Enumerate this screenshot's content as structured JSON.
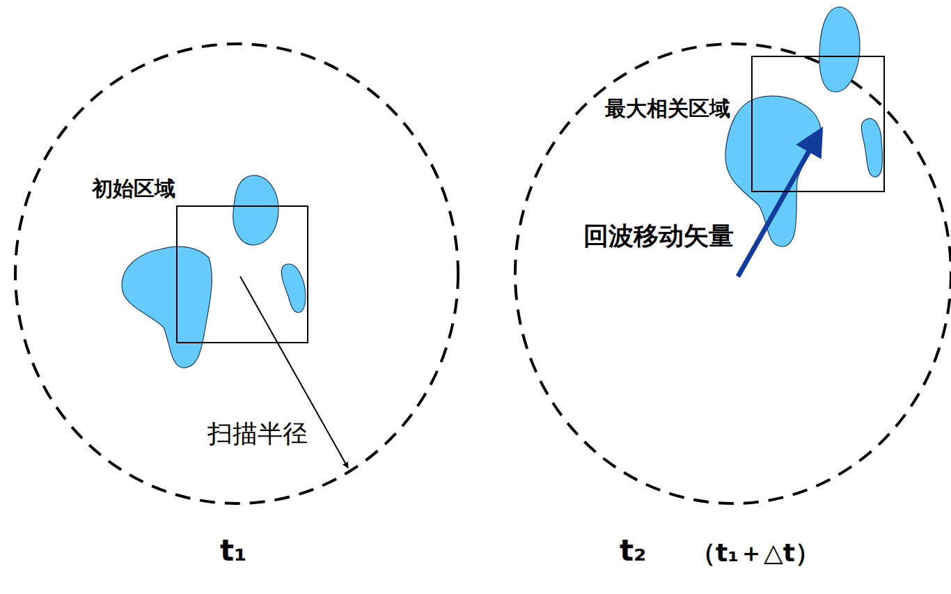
{
  "diagram": {
    "nodes": [
      {
        "text": [
          "初始区域"
        ]
      },
      {
        "text": [
          "最大相关区域"
        ]
      }
    ],
    "labels": [
      "扫描半径",
      "回波移动矢量",
      "t₁",
      "t₂",
      "（t₁＋△t）"
    ]
  }
}
